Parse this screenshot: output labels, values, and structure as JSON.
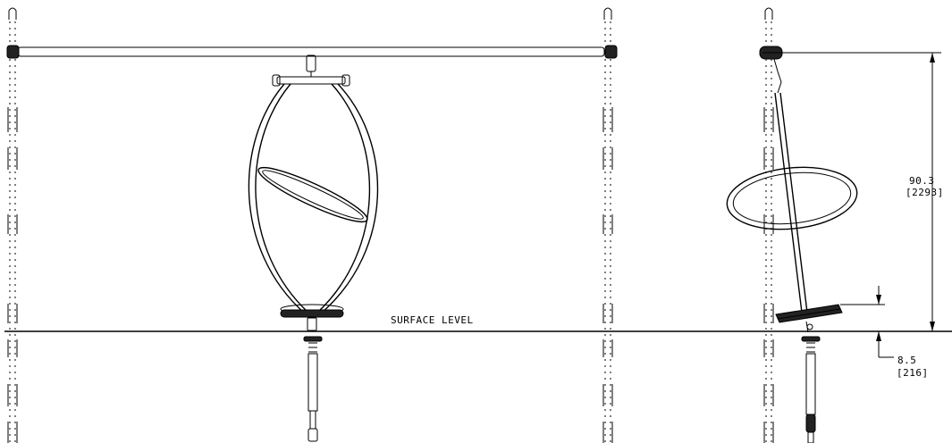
{
  "labels": {
    "surface": "SURFACE LEVEL",
    "height_in": "90.3",
    "height_mm": "[2293]",
    "depth_in": "8.5",
    "depth_mm": "[216]"
  }
}
